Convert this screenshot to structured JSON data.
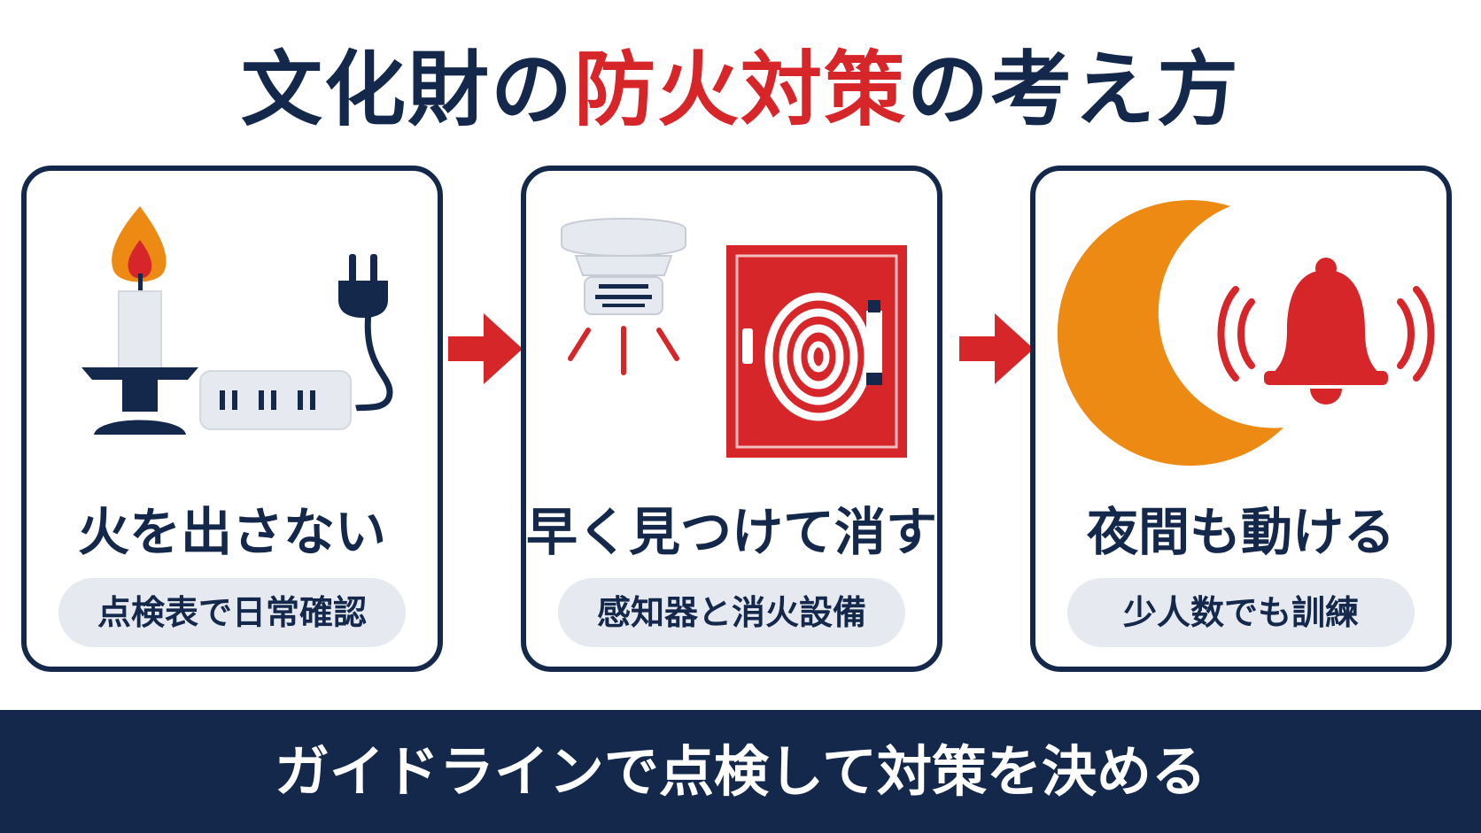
{
  "title": {
    "part1": "文化財の",
    "highlight": "防火対策",
    "part2": "の考え方"
  },
  "steps": [
    {
      "title": "火を出さない",
      "subtitle": "点検表で日常確認"
    },
    {
      "title": "早く見つけて消す",
      "subtitle": "感知器と消火設備"
    },
    {
      "title": "夜間も動ける",
      "subtitle": "少人数でも訓練"
    }
  ],
  "banner": "ガイドラインで点検して対策を決める",
  "colors": {
    "navy": "#14284b",
    "red": "#d7262a",
    "orange": "#ec8a14",
    "pill": "#e6e9ef"
  },
  "icons": [
    "candle-icon",
    "power-strip-icon",
    "smoke-detector-icon",
    "fire-hose-cabinet-icon",
    "crescent-moon-icon",
    "alarm-bell-icon"
  ]
}
